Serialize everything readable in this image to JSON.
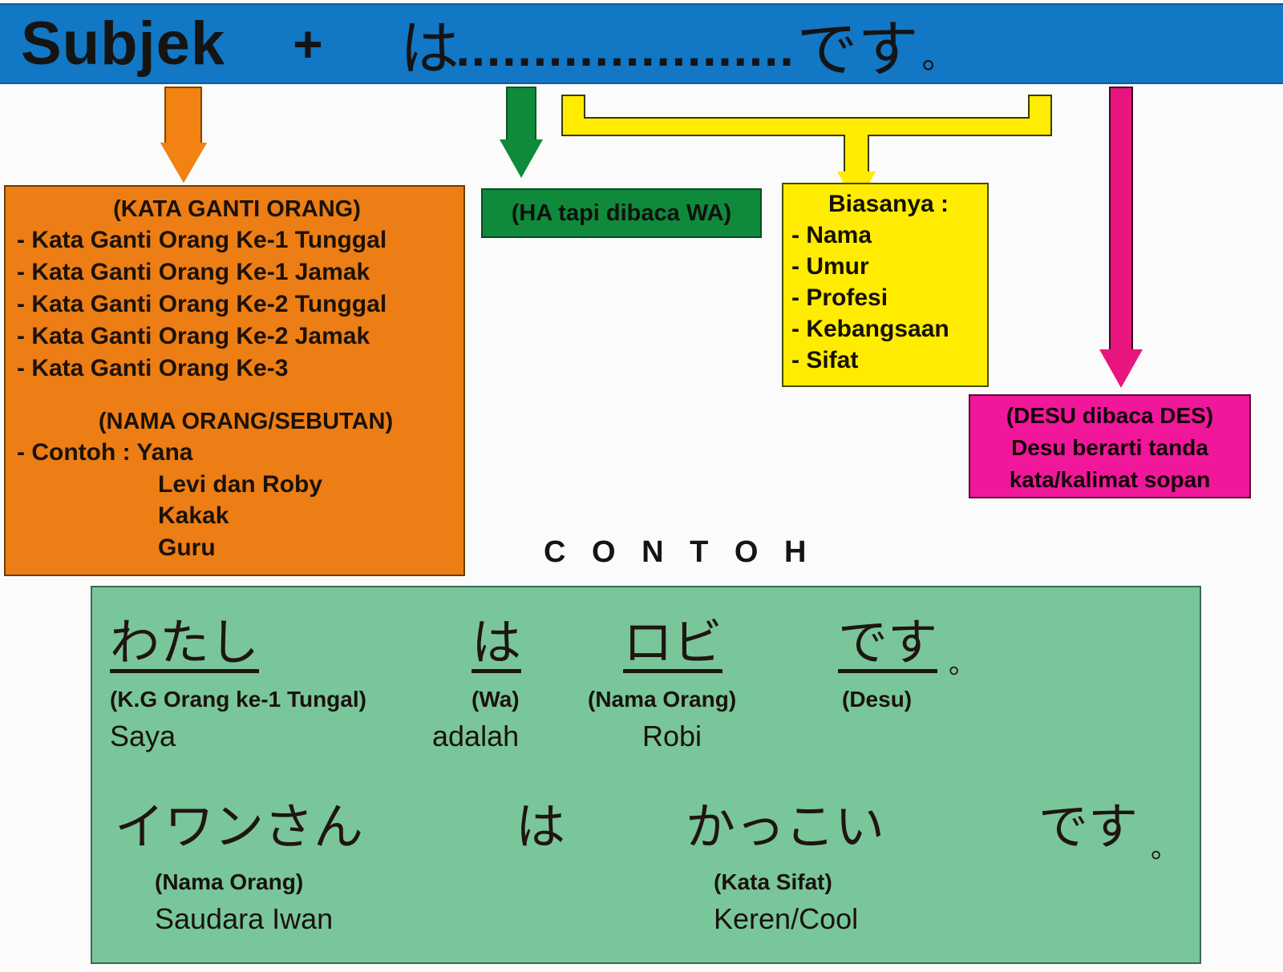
{
  "header": {
    "subject_label": "Subjek",
    "plus_sign": "+",
    "particle_ha": "は",
    "dots": "......................",
    "copula_desu": "です",
    "full_stop": "。"
  },
  "boxes": {
    "pronouns": {
      "title": "(KATA GANTI ORANG)",
      "items": [
        "- Kata Ganti Orang Ke-1 Tunggal",
        "- Kata Ganti Orang Ke-1 Jamak",
        "- Kata Ganti Orang Ke-2 Tunggal",
        "- Kata Ganti Orang Ke-2 Jamak",
        "- Kata Ganti Orang Ke-3"
      ],
      "subtitle": "(NAMA ORANG/SEBUTAN)",
      "contoh_label": "- Contoh : Yana",
      "examples": [
        "Levi dan Roby",
        "Kakak",
        "Guru"
      ],
      "color": "#ed7d15"
    },
    "particle_note": {
      "text": "(HA tapi dibaca WA)",
      "color": "#0e8a3a"
    },
    "predicate": {
      "title": "Biasanya :",
      "items": [
        "- Nama",
        "- Umur",
        "- Profesi",
        "- Kebangsaan",
        "- Sifat"
      ],
      "color": "#ffec00"
    },
    "desu_note": {
      "line1": "(DESU dibaca DES)",
      "line2": "Desu berarti tanda",
      "line3": "kata/kalimat sopan",
      "color": "#f0179a"
    }
  },
  "contoh": {
    "heading": "C O N T O H",
    "box_color": "#79c69b",
    "sentence1": {
      "subject_jp": "わたし",
      "subject_gloss": "(K.G Orang ke-1 Tungal)",
      "subject_translation": "Saya",
      "particle_jp": "は",
      "particle_gloss": "(Wa)",
      "particle_translation": "adalah",
      "predicate_jp": "ロビ",
      "predicate_gloss": "(Nama Orang)",
      "predicate_translation": "Robi",
      "copula_jp": "です",
      "copula_gloss": "(Desu)",
      "full_stop": "。"
    },
    "sentence2": {
      "subject_jp": "イワンさん",
      "subject_gloss": "(Nama Orang)",
      "subject_translation": "Saudara Iwan",
      "particle_jp": "は",
      "predicate_jp": "かっこい",
      "predicate_gloss": "(Kata Sifat)",
      "predicate_translation": "Keren/Cool",
      "copula_jp": "です",
      "full_stop": "。"
    }
  },
  "arrows": {
    "orange_color": "#f28211",
    "green_color": "#0e8a3a",
    "yellow_color": "#ffec00",
    "pink_color": "#e8157f"
  }
}
